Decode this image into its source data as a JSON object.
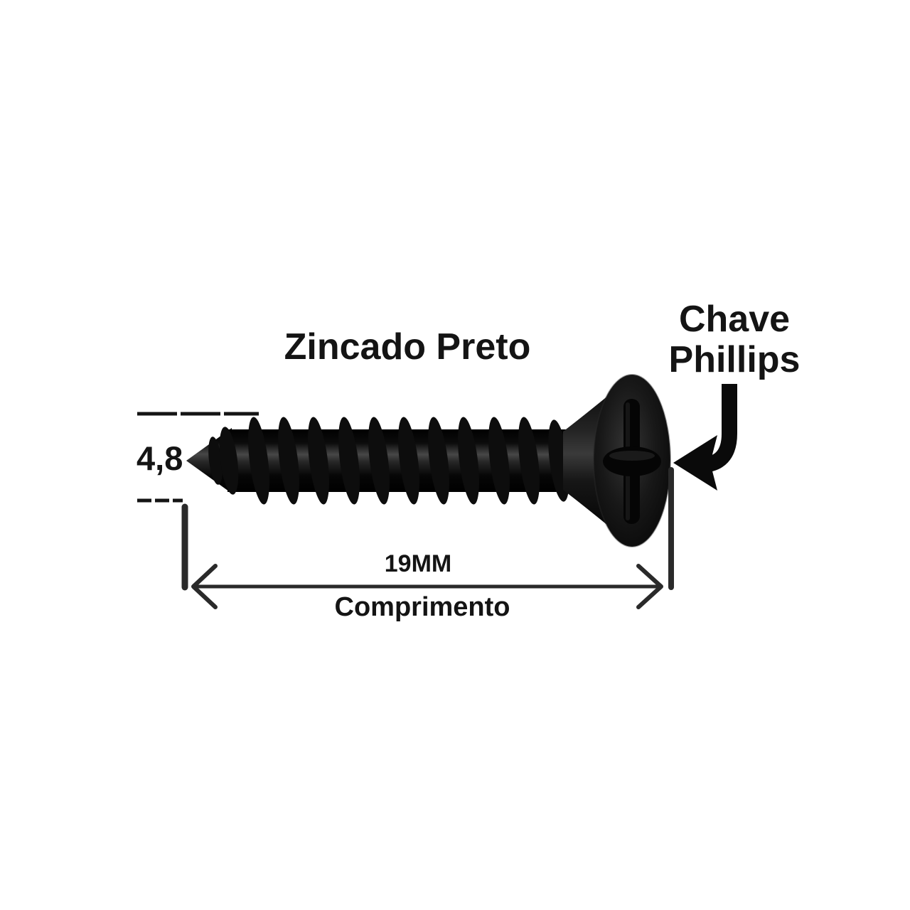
{
  "labels": {
    "finish": "Zincado Preto",
    "drive_line1": "Chave",
    "drive_line2": "Phillips",
    "diameter": "4,8",
    "length": "19MM",
    "length_caption": "Comprimento"
  },
  "colors": {
    "ink": "#141414",
    "dimension": "#2a2a2a",
    "screw": "#0d0d0d",
    "screw_highlight": "#474747",
    "arrow": "#0a0a0a",
    "background": "#ffffff"
  }
}
